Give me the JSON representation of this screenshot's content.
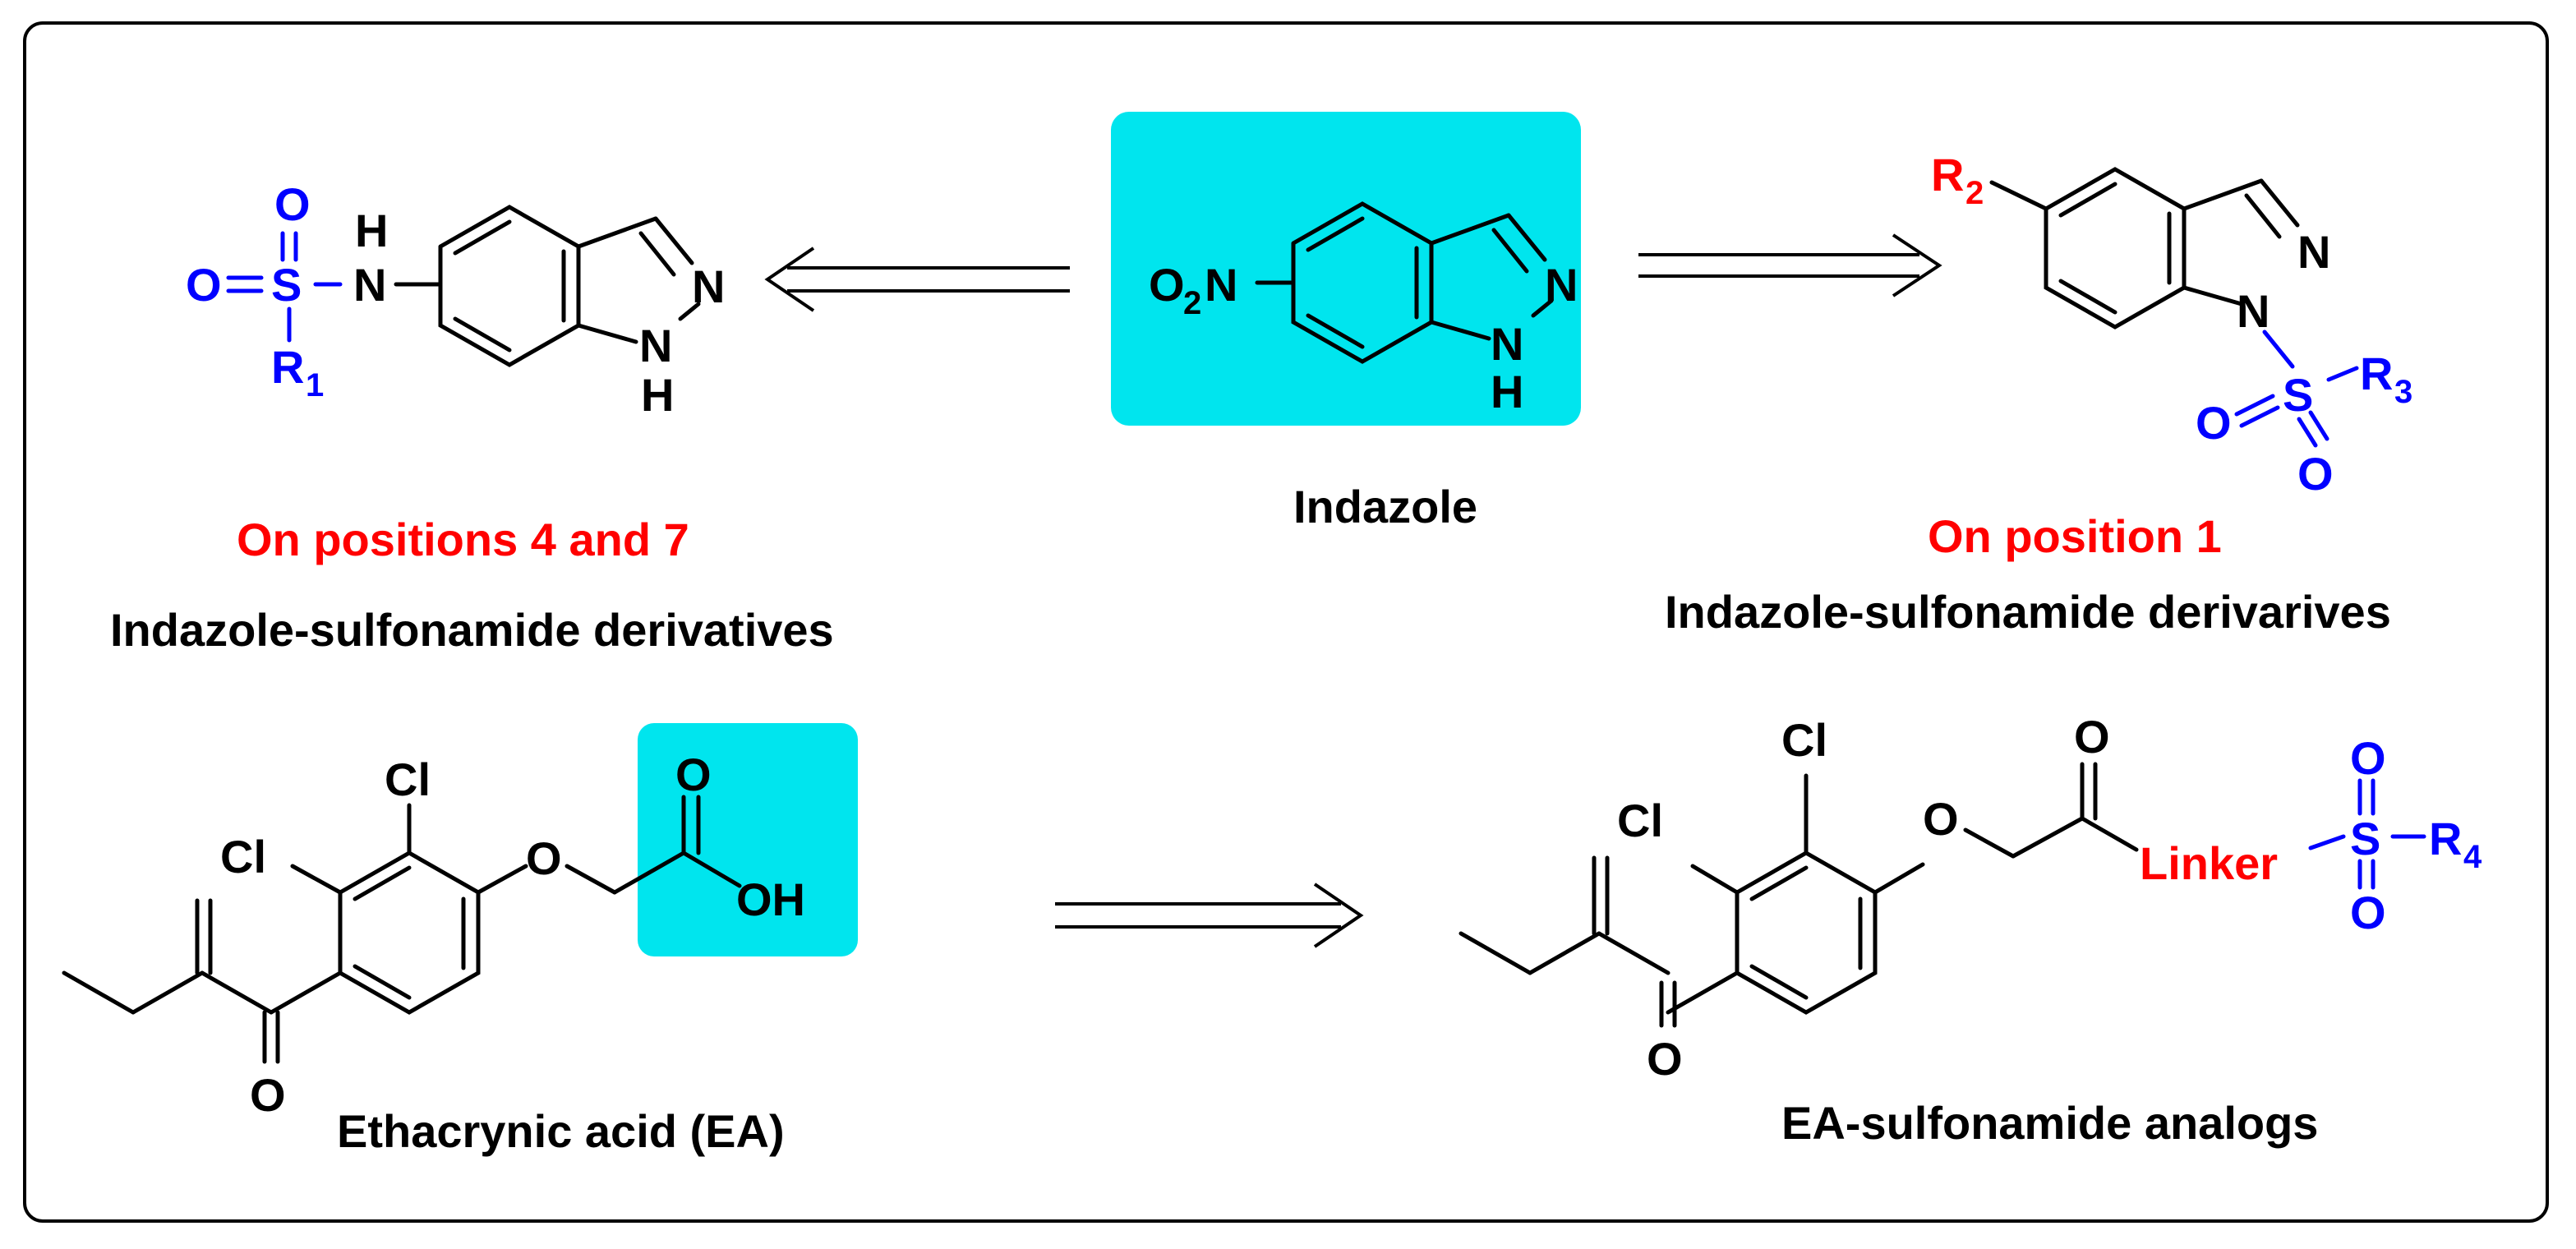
{
  "colors": {
    "highlight": "#00e5ee",
    "red": "#ff0000",
    "blue": "#0000ff",
    "black": "#000000"
  },
  "atoms": {
    "O": "O",
    "S": "S",
    "H": "H",
    "N": "N",
    "R": "R",
    "Cl": "Cl",
    "OH": "OH",
    "Linker": "Linker",
    "one": "1",
    "two": "2",
    "three": "3",
    "four": "4"
  },
  "captions": {
    "indazole": "Indazole",
    "positions_4_7": "On positions 4 and 7",
    "derivatives_left": "Indazole-sulfonamide derivatives",
    "position_1": "On position 1",
    "derivatives_right": "Indazole-sulfonamide derivarives",
    "ea": "Ethacrynic acid (EA)",
    "ea_analogs": "EA-sulfonamide analogs"
  }
}
